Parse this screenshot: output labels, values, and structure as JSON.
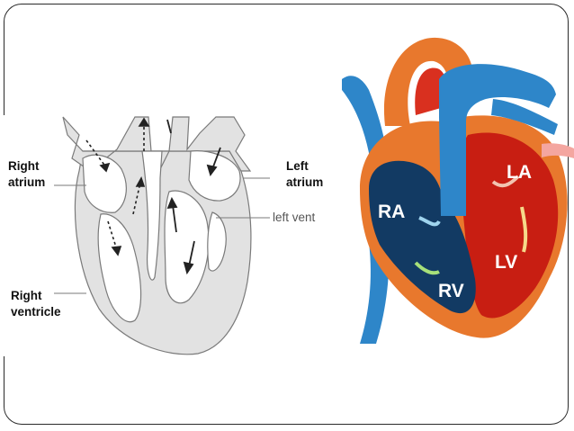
{
  "left_diagram": {
    "labels": {
      "right_atrium": [
        "Right",
        "atrium"
      ],
      "left_atrium": [
        "Left",
        "atrium"
      ],
      "left_ventricle": "left vent",
      "right_ventricle": [
        "Right",
        "ventricle"
      ]
    }
  },
  "right_diagram": {
    "labels": {
      "ra": "RA",
      "la": "LA",
      "lv": "LV",
      "rv": "RV"
    }
  },
  "colors": {
    "vessel_blue": "#2e86c9",
    "heart_orange": "#e8782d",
    "left_chamber_red": "#c81e12",
    "right_chamber_navy": "#123a63",
    "outline_gray": "#e3e3e3"
  }
}
